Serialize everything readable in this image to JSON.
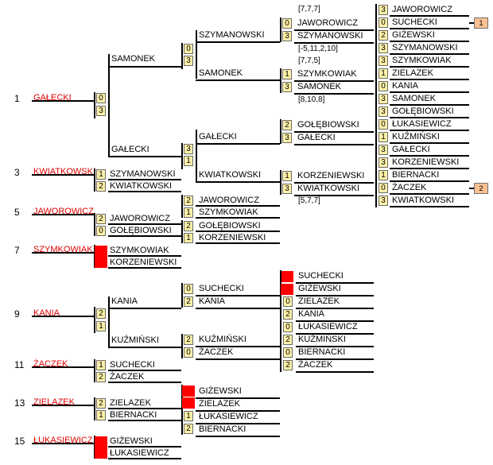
{
  "seeds": [
    "1",
    "3",
    "5",
    "7",
    "9",
    "11",
    "13",
    "15"
  ],
  "seed_names": [
    "GAŁECKI",
    "KWIATKOWSKI",
    "JAWOROWICZ",
    "SZYMKOWIAK",
    "KANIA",
    "ŻACZEK",
    "ZIELAZEK",
    "ŁUKASIEWICZ"
  ],
  "round1": [
    {
      "a": "SZYMANOWSKI",
      "sa": "1",
      "b": "KWIATKOWSKI",
      "sb": "2"
    },
    {
      "a": "JAWOROWICZ",
      "sa": "2",
      "b": "GOŁĘBIOWSKI",
      "sb": "0"
    },
    {
      "a": "SZYMKOWIAK",
      "sa": "",
      "b": "KORZENIEWSKI",
      "sb": ""
    },
    {
      "a": "SUCHECKI",
      "sa": "1",
      "b": "ŻACZEK",
      "sb": "2"
    },
    {
      "a": "ZIELAZEK",
      "sa": "2",
      "b": "BIERNACKI",
      "sb": "1"
    },
    {
      "a": "GIŻEWSKI",
      "sa": "",
      "b": "ŁUKASIEWICZ",
      "sb": ""
    }
  ],
  "upper": {
    "semi": [
      {
        "a": "SAMONEK",
        "sa": "0",
        "b": "GAŁECKI",
        "sb": "3"
      }
    ],
    "qf": [
      {
        "a": "SZYMANOWSKI",
        "sa": "0",
        "b": "SAMONEK",
        "sb": "3"
      },
      {
        "a": "GAŁECKI",
        "sa": "3",
        "b": "KWIATKOWSKI",
        "sb": "1"
      }
    ],
    "r3": [
      {
        "a": "JAWOROWICZ",
        "sa": "0",
        "b": "SZYMANOWSKI",
        "sb": "3"
      },
      {
        "a": "SZYMKOWIAK",
        "sa": "1",
        "b": "SAMONEK",
        "sb": "3"
      },
      {
        "a": "GOŁĘBIOWSKI",
        "sa": "2",
        "b": "GAŁECKI",
        "sb": "3"
      },
      {
        "a": "KORZENIEWSKI",
        "sa": "1",
        "b": "KWIATKOWSKI",
        "sb": "3"
      }
    ],
    "notes": [
      "[7,7,7]",
      "[-5,11,2,10]",
      "[7,7,5]",
      "[8,10,8]",
      "[5,7,7]"
    ]
  },
  "r2": [
    {
      "a": "JAWOROWICZ",
      "sa": "2",
      "b": "SZYMKOWIAK",
      "sb": "1"
    },
    {
      "a": "GOŁĘBIOWSKI",
      "sa": "2",
      "b": "KORZENIEWSKI",
      "sb": "1"
    }
  ],
  "right_col": [
    {
      "name": "JAWOROWICZ",
      "s": "3"
    },
    {
      "name": "SUCHECKI",
      "s": "0"
    },
    {
      "name": "GIŻEWSKI",
      "s": "2"
    },
    {
      "name": "SZYMANOWSKI",
      "s": "3"
    },
    {
      "name": "SZYMKOWIAK",
      "s": "3"
    },
    {
      "name": "ZIELAZEK",
      "s": "1"
    },
    {
      "name": "KANIA",
      "s": "0"
    },
    {
      "name": "SAMONEK",
      "s": "3"
    },
    {
      "name": "GOŁĘBIOWSKI",
      "s": "3"
    },
    {
      "name": "ŁUKASIEWICZ",
      "s": "0"
    },
    {
      "name": "KUŹMIŃSKI",
      "s": "1"
    },
    {
      "name": "GAŁECKI",
      "s": "3"
    },
    {
      "name": "KORZENIEWSKI",
      "s": "3"
    },
    {
      "name": "BIERNACKI",
      "s": "1"
    },
    {
      "name": "ŻACZEK",
      "s": "0"
    },
    {
      "name": "KWIATKOWSKI",
      "s": "3"
    }
  ],
  "ranks": [
    "1",
    "2"
  ],
  "lower": {
    "kania_block": {
      "a": "KANIA",
      "sa": "2",
      "b": "KUŹMIŃSKI",
      "sb": "1"
    },
    "m1": {
      "a": "SUCHECKI",
      "sa": "0",
      "b": "KANIA",
      "sb": "2"
    },
    "m2": {
      "a": "KUŹMIŃSKI",
      "sa": "2",
      "b": "ŻACZEK",
      "sb": "0"
    },
    "m3": {
      "a": "GIŻEWSKI",
      "sa": "",
      "b": "ZIELAZEK",
      "sb": ""
    },
    "m4": {
      "a": "ŁUKASIEWICZ",
      "sa": "1",
      "b": "BIERNACKI",
      "sb": "2"
    },
    "col": [
      {
        "name": "SUCHECKI",
        "s": ""
      },
      {
        "name": "GIŻEWSKI",
        "s": ""
      },
      {
        "name": "ZIELAZEK",
        "s": "0"
      },
      {
        "name": "KANIA",
        "s": "2"
      },
      {
        "name": "ŁUKASIEWICZ",
        "s": "0"
      },
      {
        "name": "KUŹMIŃSKI",
        "s": "2"
      },
      {
        "name": "BIERNACKI",
        "s": "0"
      },
      {
        "name": "ŻACZEK",
        "s": "2"
      }
    ]
  }
}
